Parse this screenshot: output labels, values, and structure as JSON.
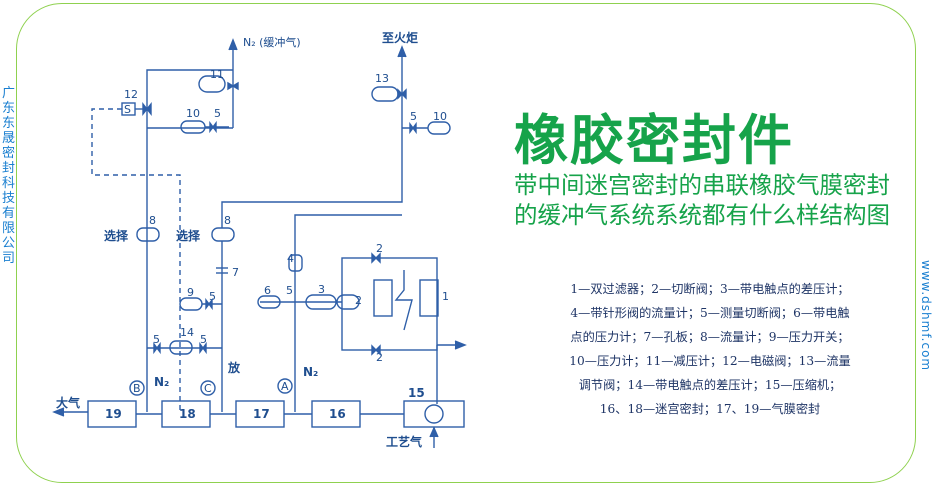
{
  "watermark_left": "广东东晟密封科技有限公司",
  "watermark_right": "www.dshmf.com",
  "headline": "橡胶密封件",
  "subtitle": "带中间迷宫密封的串联橡胶气膜密封的缓冲气系统系统都有什么样结构图",
  "legend_lines": [
    "1—双过滤器；2—切断阀；3—带电触点的差压计；",
    "4—带针形阀的流量计；5—测量切断阀；6—带电触",
    "点的压力计；7—孔板；8—流量计；9—压力开关；",
    "10—压力计；11—减压计；12—电磁阀；13—流量",
    "调节阀；14—带电触点的差压计；15—压缩机；",
    "16、18—迷宫密封；17、19—气膜密封"
  ],
  "diagram": {
    "buffer_gas": "N₂ (缓冲气)",
    "to_flare": "至火炬",
    "atmosphere": "大气",
    "process_gas": "工艺气",
    "n2_b": "N₂",
    "n2_a": "N₂",
    "vent": "放",
    "select": "选择",
    "point_a": "A",
    "point_b": "B",
    "point_c": "C",
    "n1": "1",
    "n2": "2",
    "n3": "3",
    "n4": "4",
    "n5": "5",
    "n6": "6",
    "n7": "7",
    "n8": "8",
    "n9": "9",
    "n10": "10",
    "n11": "11",
    "n12": "12",
    "n13": "13",
    "n14": "14",
    "n15": "15",
    "n16": "16",
    "n17": "17",
    "n18": "18",
    "n19": "19",
    "s": "S"
  }
}
